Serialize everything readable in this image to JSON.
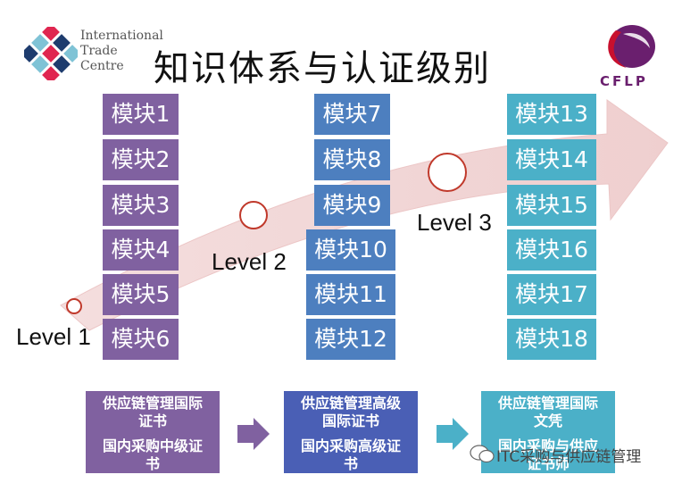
{
  "header": {
    "itc_logo_lines": [
      "International",
      "Trade",
      "Centre"
    ],
    "title": "知识体系与认证级别",
    "cflp_logo_text": "CFLP"
  },
  "levels": [
    {
      "label": "Level 1",
      "modules": [
        "模块1",
        "模块2",
        "模块3",
        "模块4",
        "模块5",
        "模块6"
      ]
    },
    {
      "label": "Level 2",
      "modules": [
        "模块7",
        "模块8",
        "模块9",
        "模块10",
        "模块11",
        "模块12"
      ]
    },
    {
      "label": "Level 3",
      "modules": [
        "模块13",
        "模块14",
        "模块15",
        "模块16",
        "模块17",
        "模块18"
      ]
    }
  ],
  "certificates": [
    {
      "line1": "供应链管理国际",
      "line2": "证书",
      "line3": "国内采购中级证",
      "line4": "书"
    },
    {
      "line1": "供应链管理高级",
      "line2": "国际证书",
      "line3": "国内采购高级证",
      "line4": "书"
    },
    {
      "line1": "供应链管理国际",
      "line2": "文凭",
      "line3": "国内采购与供应",
      "line4": "证书师"
    }
  ],
  "watermark": "ITC采购与供应链管理",
  "colors": {
    "level1": "#8061a0",
    "level2": "#4d7fbf",
    "level3": "#4bb0c8",
    "cert1": "#8061a0",
    "cert2": "#4a5fb5",
    "cert3": "#4bb0c8",
    "arrow": "#f2d3d3"
  }
}
